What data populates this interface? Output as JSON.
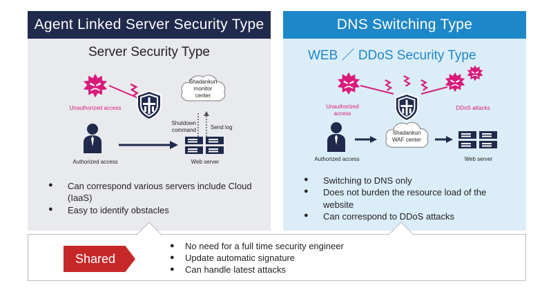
{
  "left_panel": {
    "header": "Agent  Linked Server Security Type",
    "subtitle": "Server Security Type",
    "diagram": {
      "unauthorized_label": "Unauthorized access",
      "monitor_label_1": "Shadankun",
      "monitor_label_2": "monitor",
      "monitor_label_3": "center",
      "shutdown_label_1": "Shutdown",
      "shutdown_label_2": "command",
      "sendlog_label": "Send log",
      "authorized_label": "Authorized access",
      "webserver_label": "Web server"
    },
    "bullets": [
      "Can correspond various servers include Cloud (IaaS)",
      "Easy to identify obstacles"
    ]
  },
  "right_panel": {
    "header": "DNS Switching Type",
    "subtitle": "WEB ／ DDoS  Security Type",
    "diagram": {
      "unauthorized_label_1": "Unauthorized",
      "unauthorized_label_2": "access",
      "ddos_label": "DDoS attacks",
      "waf_label_1": "Shadankun",
      "waf_label_2": "WAF center",
      "authorized_label": "Authorized access",
      "webserver_label": "Web server"
    },
    "bullets": [
      "Switching to DNS only",
      "Does not burden the resource load of the website",
      "Can correspond to DDoS attacks"
    ]
  },
  "shared": {
    "tag": "Shared",
    "bullets": [
      "No need for a full time security engineer",
      "Update automatic signature",
      "Can handle latest attacks"
    ]
  },
  "colors": {
    "navy": "#1f2a4c",
    "blue": "#1e87c8",
    "pink": "#d81b7a",
    "red": "#c62829",
    "left_bg": "#e9eaee",
    "right_bg": "#dbedf9"
  },
  "icons": [
    "virus-icon",
    "lightning-icon",
    "shield-icon",
    "cloud-icon",
    "person-icon",
    "server-icon",
    "arrow-icon"
  ]
}
